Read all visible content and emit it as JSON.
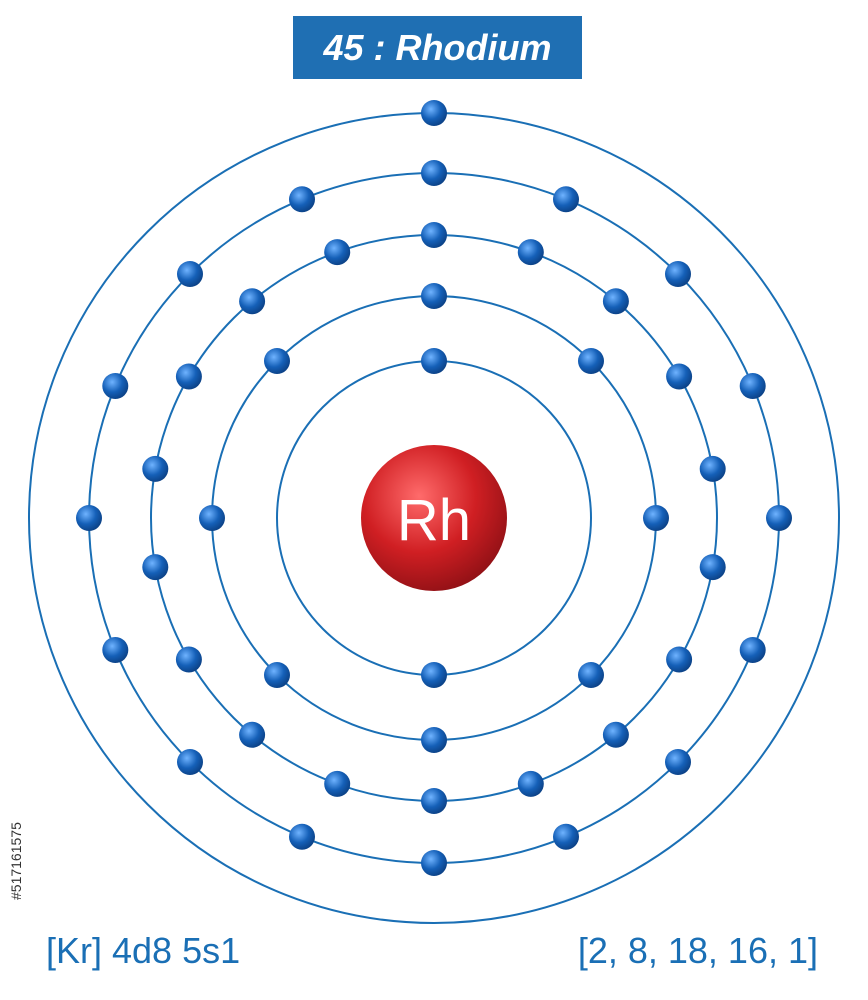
{
  "element": {
    "title": "45 : Rhodium",
    "symbol": "Rh",
    "electron_configuration": "[Kr] 4d8 5s1",
    "shells_label": "[2, 8, 18, 16, 1]",
    "shell_electron_counts": [
      2,
      8,
      18,
      16,
      1
    ]
  },
  "watermark": {
    "stock_id": "#517161575"
  },
  "colors": {
    "title_bg": "#1f6fb3",
    "orbit": "#1a6fb5",
    "electron": "#1560b8",
    "nucleus": "#d01f23"
  }
}
